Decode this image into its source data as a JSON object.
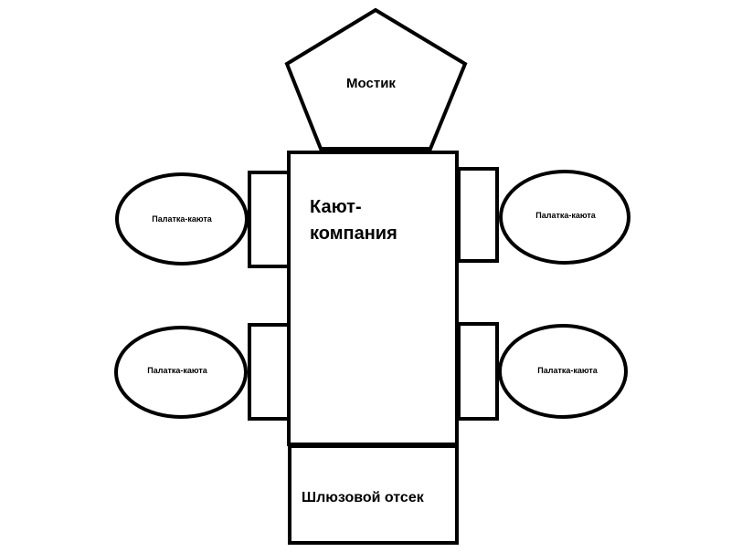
{
  "labels": {
    "bridge": "Мостик",
    "wardroom_line1": "Кают-",
    "wardroom_line2": "компания",
    "airlock": "Шлюзовой отсек",
    "tent_cabin": "Палатка-каюта"
  },
  "colors": {
    "stroke": "#000000",
    "background": "#ffffff"
  }
}
